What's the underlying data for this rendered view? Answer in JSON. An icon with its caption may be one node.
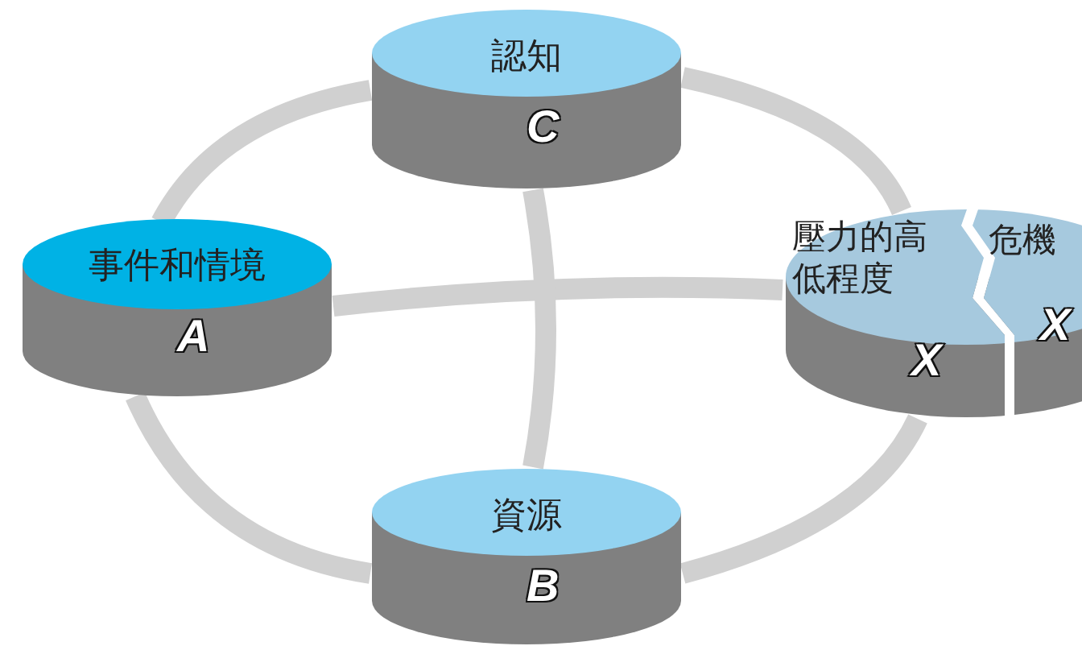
{
  "diagram": {
    "nodes": [
      {
        "text": [
          "認知",
          "C"
        ]
      },
      {
        "text": [
          "事件和情境",
          "A"
        ]
      },
      {
        "text": [
          "壓力的高低程度",
          "X"
        ]
      },
      {
        "text": [
          "危機",
          "X"
        ]
      },
      {
        "text": [
          "資源",
          "B"
        ]
      }
    ],
    "edges": [
      {
        "from": 1,
        "to": 0,
        "arrow": "none"
      },
      {
        "from": 0,
        "to": 2,
        "arrow": "none"
      },
      {
        "from": 1,
        "to": 2,
        "arrow": "none"
      },
      {
        "from": 0,
        "to": 4,
        "arrow": "none"
      },
      {
        "from": 1,
        "to": 4,
        "arrow": "none"
      },
      {
        "from": 4,
        "to": 2,
        "arrow": "none"
      }
    ]
  }
}
